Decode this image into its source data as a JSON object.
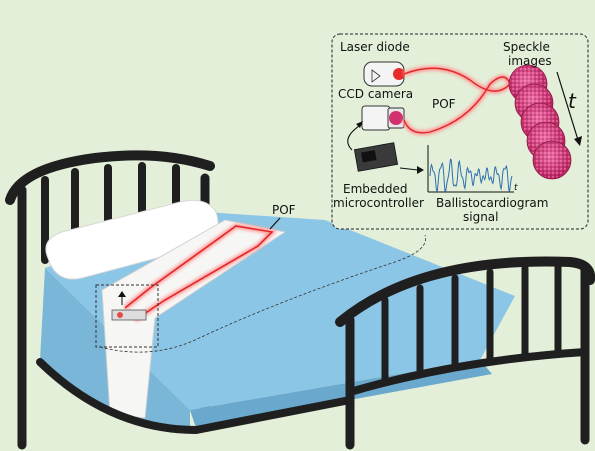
{
  "labels": {
    "pof_bed": "POF",
    "laser": "Laser diode",
    "ccd": "CCD camera",
    "pof_inset": "POF",
    "speckle_line1": "Speckle",
    "speckle_line2": "images",
    "time": "t",
    "embedded_line1": "Embedded",
    "embedded_line2": "microcontroller",
    "bcg_line1": "Ballistocardiogram",
    "bcg_line2": "signal"
  },
  "colors": {
    "background": "#e3efd8",
    "frame": "#1f1f1f",
    "mattress": "#8cc6e6",
    "pillow": "#ffffff",
    "fiber": "#e84a4a",
    "speckle": "#d2306f",
    "signal": "#2f6fb0"
  },
  "icons": {
    "laser": "laser-diode-icon",
    "camera": "ccd-camera-icon",
    "board": "microcontroller-board-icon",
    "time_arrow": "arrow-down-right-icon"
  },
  "speckle_count": 5
}
